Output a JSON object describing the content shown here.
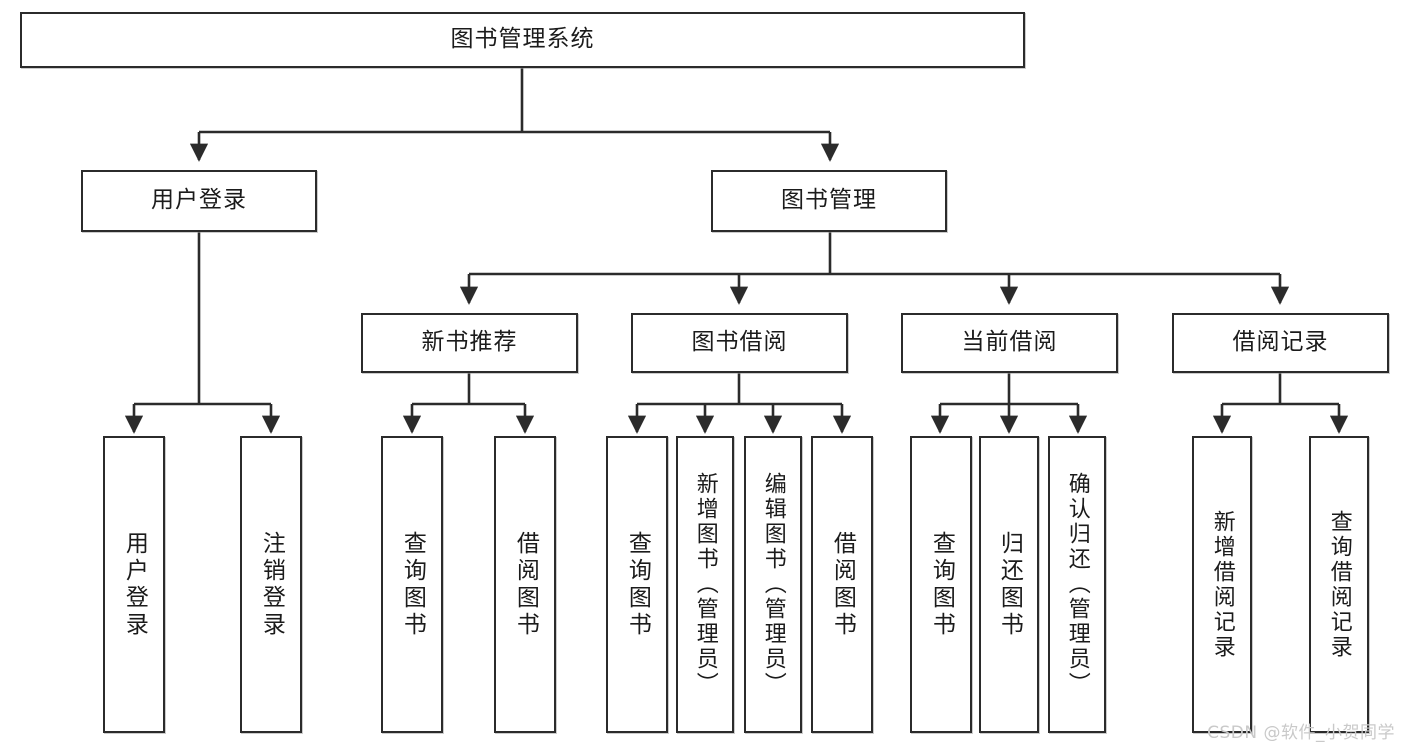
{
  "diagram": {
    "type": "tree-hierarchy",
    "title": "图书管理系统",
    "watermark": "CSDN @软件_小贺同学",
    "colors": {
      "stroke": "#2b2b2b",
      "fill": "#ffffff",
      "text": "#1b1b1b",
      "watermark": "#c9c9c9"
    },
    "nodes": {
      "root": {
        "label": "图书管理系统"
      },
      "level2": [
        {
          "label": "用户登录"
        },
        {
          "label": "图书管理"
        }
      ],
      "level3": [
        {
          "label": "新书推荐"
        },
        {
          "label": "图书借阅"
        },
        {
          "label": "当前借阅"
        },
        {
          "label": "借阅记录"
        }
      ],
      "leaves": [
        {
          "label": "用户登录"
        },
        {
          "label": "注销登录"
        },
        {
          "label": "查询图书"
        },
        {
          "label": "借阅图书"
        },
        {
          "label": "查询图书"
        },
        {
          "label": "新增图书（管理员）"
        },
        {
          "label": "编辑图书（管理员）"
        },
        {
          "label": "借阅图书"
        },
        {
          "label": "查询图书"
        },
        {
          "label": "归还图书"
        },
        {
          "label": "确认归还（管理员）"
        },
        {
          "label": "新增借阅记录"
        },
        {
          "label": "查询借阅记录"
        }
      ]
    }
  }
}
